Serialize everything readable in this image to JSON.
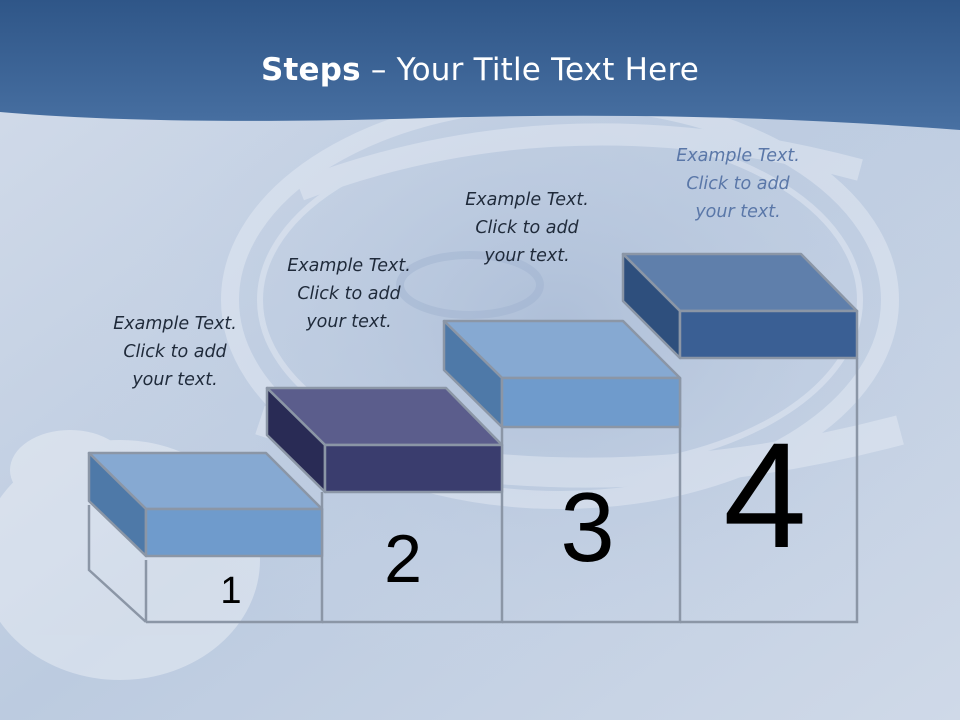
{
  "title": {
    "bold": "Steps",
    "rest": " – Your Title Text Here"
  },
  "steps": [
    {
      "number": "1",
      "caption": [
        "Example Text.",
        "Click  to add",
        "your text."
      ]
    },
    {
      "number": "2",
      "caption": [
        "Example Text.",
        "Click  to add",
        "your text."
      ]
    },
    {
      "number": "3",
      "caption": [
        "Example Text.",
        "Click  to add",
        "your text."
      ]
    },
    {
      "number": "4",
      "caption": [
        "Example Text.",
        "Click  to add",
        "your text."
      ]
    }
  ],
  "colors": {
    "header": "#3b6396",
    "step1": "#6f9bcc",
    "step2": "#3a3d6e",
    "step3": "#6f9bcc",
    "step4": "#3a5f94"
  }
}
